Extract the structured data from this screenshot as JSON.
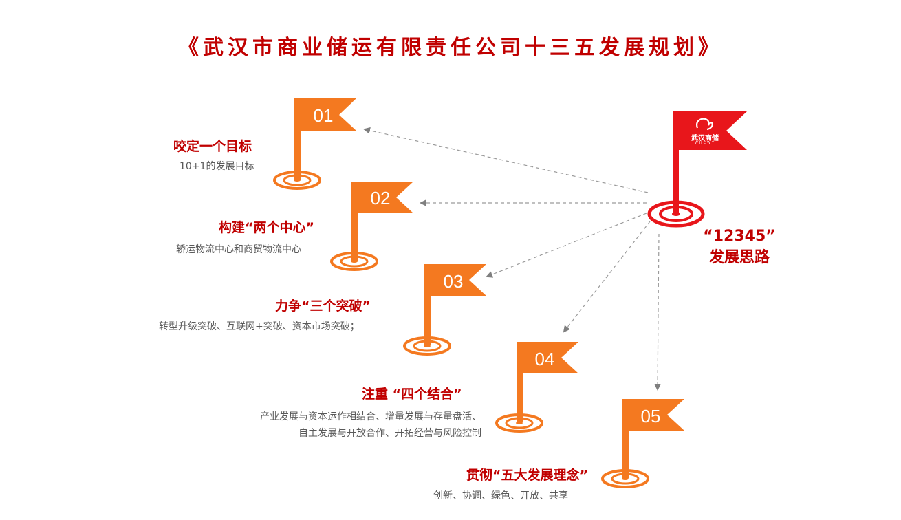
{
  "title": "《武汉市商业储运有限责任公司十三五发展规划》",
  "colors": {
    "accent_red": "#c00000",
    "flag_red": "#e8161b",
    "flag_orange": "#f47920",
    "text_gray": "#595959"
  },
  "center": {
    "logo_name": "武汉商储",
    "logo_sub": "WHCWT",
    "label_line1": "“12345”",
    "label_line2": "发展思路"
  },
  "items": [
    {
      "number": "01",
      "heading": "咬定一个目标",
      "desc": [
        "10+1的发展目标"
      ]
    },
    {
      "number": "02",
      "heading": "构建“两个中心”",
      "desc": [
        "轿运物流中心和商贸物流中心"
      ]
    },
    {
      "number": "03",
      "heading": "力争“三个突破”",
      "desc": [
        "转型升级突破、互联网+突破、资本市场突破；"
      ]
    },
    {
      "number": "04",
      "heading": "注重 “四个结合”",
      "desc": [
        "产业发展与资本运作相结合、增量发展与存量盘活、",
        "自主发展与开放合作、开拓经营与风险控制"
      ]
    },
    {
      "number": "05",
      "heading": "贯彻“五大发展理念”",
      "desc": [
        "创新、协调、绿色、开放、共享"
      ]
    }
  ]
}
